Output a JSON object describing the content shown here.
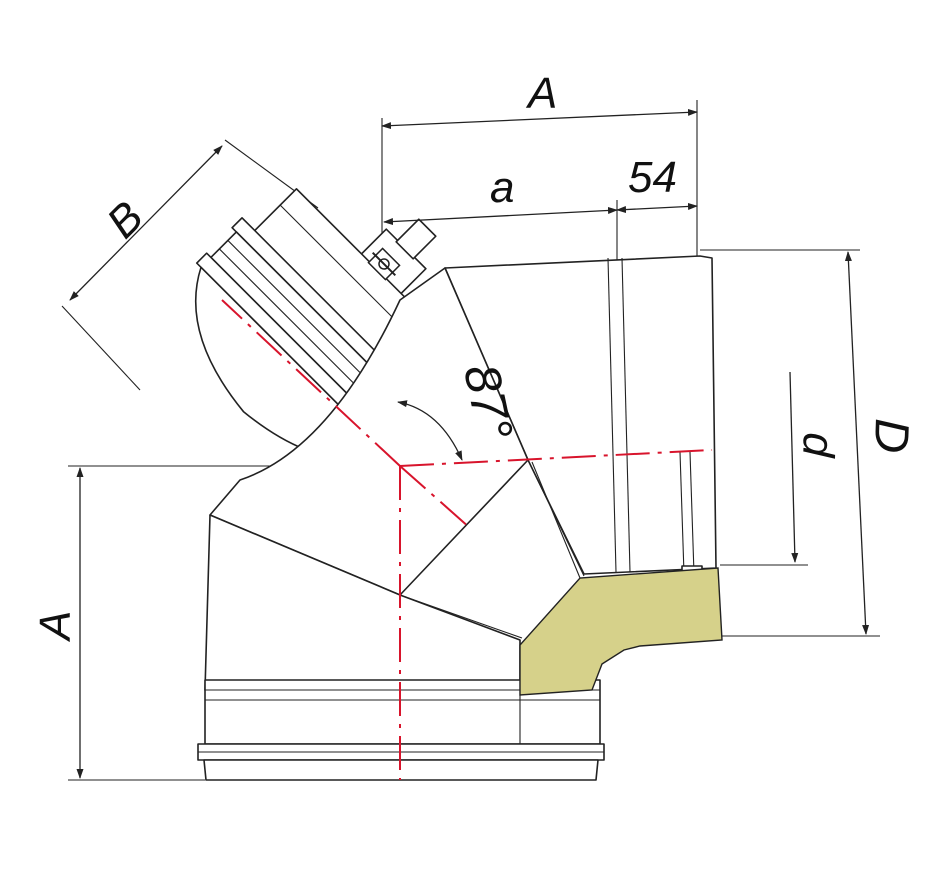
{
  "dimensions": {
    "top_total": "A",
    "top_short": "a",
    "top_offset": "54",
    "branch_width": "B",
    "left_height": "A",
    "right_inner": "d",
    "right_outer": "D"
  },
  "angle_label": "87°",
  "colors": {
    "outline": "#222222",
    "axis": "#d8142c",
    "insulation": "#d6d18a",
    "background": "#ffffff"
  },
  "icons": {
    "clamp": "clamp-icon",
    "arrowhead": "arrowhead-icon"
  }
}
